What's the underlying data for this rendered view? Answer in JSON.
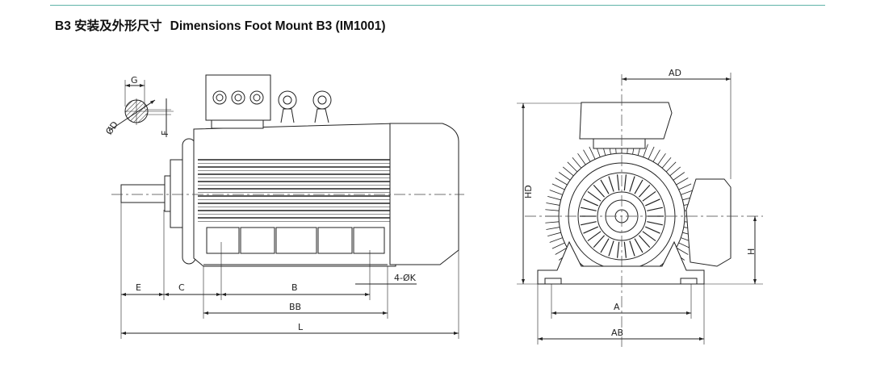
{
  "header": {
    "title_cn": "B3 安装及外形尺寸",
    "title_en": "Dimensions Foot Mount B3 (IM1001)",
    "accent_color": "#5fb3a8"
  },
  "side_view": {
    "labels": {
      "G": "G",
      "D": "ØD",
      "F": "F",
      "E": "E",
      "C": "C",
      "B": "B",
      "BB": "BB",
      "L": "L",
      "K": "4-ØK"
    }
  },
  "front_view": {
    "labels": {
      "AD": "AD",
      "HD": "HD",
      "H": "H",
      "A": "A",
      "AB": "AB"
    }
  }
}
